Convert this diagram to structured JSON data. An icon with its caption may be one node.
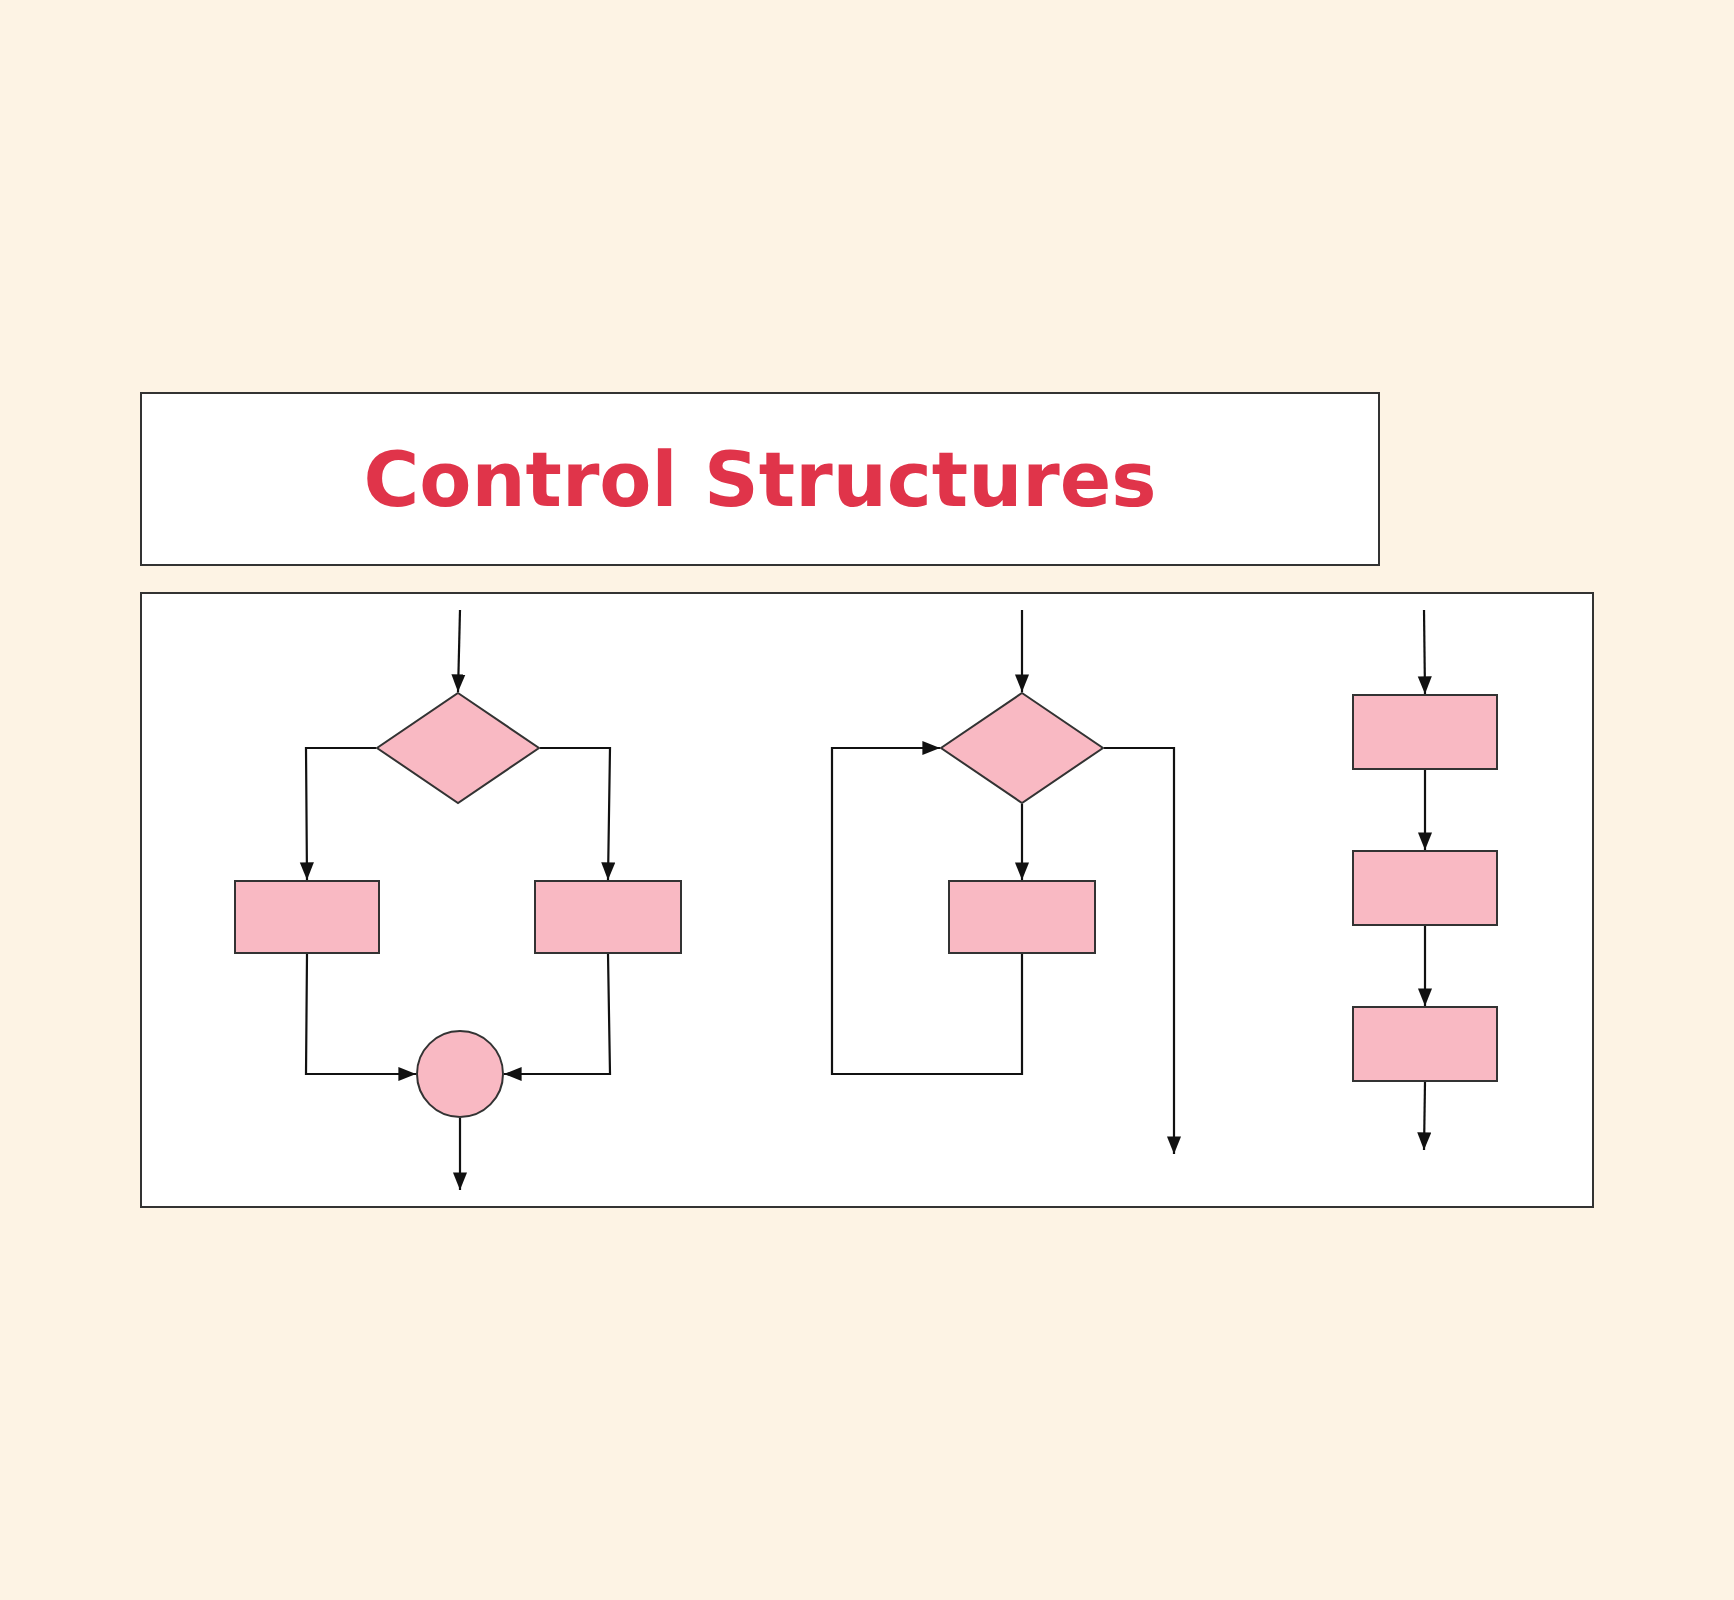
{
  "diagram": {
    "title": "Control Structures",
    "nodes": [
      {
        "text": [],
        "shape": "diamond"
      },
      {
        "text": [],
        "shape": "box"
      },
      {
        "text": [],
        "shape": "box"
      },
      {
        "text": [],
        "shape": "circle"
      },
      {
        "text": [],
        "shape": "diamond"
      },
      {
        "text": [],
        "shape": "box"
      },
      {
        "text": [],
        "shape": "box"
      },
      {
        "text": [],
        "shape": "box"
      },
      {
        "text": [],
        "shape": "box"
      }
    ],
    "edges": [
      {
        "from": null,
        "to": 0,
        "arrow": "to"
      },
      {
        "from": 0,
        "to": 1,
        "arrow": "to"
      },
      {
        "from": 0,
        "to": 2,
        "arrow": "to"
      },
      {
        "from": 1,
        "to": 3,
        "arrow": "to"
      },
      {
        "from": 2,
        "to": 3,
        "arrow": "to"
      },
      {
        "from": 3,
        "to": null,
        "arrow": "to"
      },
      {
        "from": null,
        "to": 4,
        "arrow": "to"
      },
      {
        "from": 4,
        "to": 5,
        "arrow": "to"
      },
      {
        "from": 5,
        "to": 4,
        "arrow": "to"
      },
      {
        "from": 4,
        "to": null,
        "arrow": "to"
      },
      {
        "from": null,
        "to": 6,
        "arrow": "to"
      },
      {
        "from": 6,
        "to": 7,
        "arrow": "to"
      },
      {
        "from": 7,
        "to": 8,
        "arrow": "to"
      },
      {
        "from": 8,
        "to": null,
        "arrow": "to"
      }
    ]
  }
}
